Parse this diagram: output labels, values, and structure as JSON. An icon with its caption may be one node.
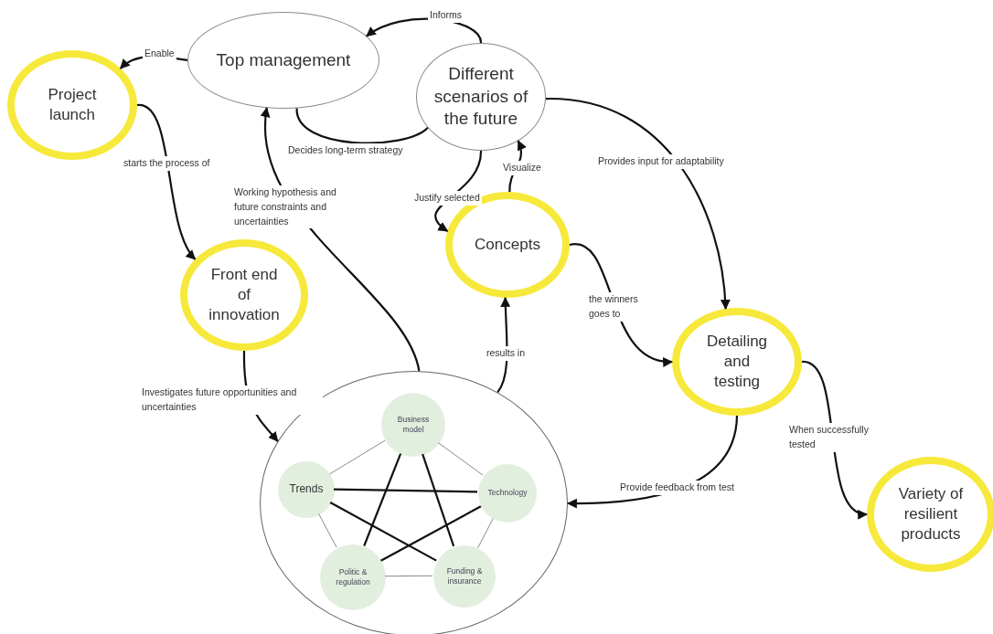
{
  "diagram": {
    "nodes": [
      {
        "text": [
          "Top management"
        ]
      },
      {
        "text": [
          "Different scenarios of the future"
        ]
      },
      {
        "text": [
          "Project launch"
        ]
      },
      {
        "text": [
          "Concepts"
        ]
      },
      {
        "text": [
          "Front end of innovation"
        ]
      },
      {
        "text": [
          "Detailing and testing"
        ]
      },
      {
        "text": [],
        "shape": "circle"
      },
      {
        "text": [
          "Business model"
        ],
        "in": 6
      },
      {
        "text": [
          "Trends"
        ],
        "in": 6
      },
      {
        "text": [
          "Technology"
        ],
        "in": 6
      },
      {
        "text": [
          "Politic & regulation"
        ],
        "in": 6
      },
      {
        "text": [
          "Funding & insurance"
        ],
        "in": 6
      },
      {
        "text": [
          "Variety of resilient products"
        ]
      }
    ],
    "edges": [
      {
        "from": 0,
        "to": 2,
        "arrow": "to",
        "label": "Enable"
      },
      {
        "from": 1,
        "to": 0,
        "arrow": "to",
        "label": "Informs"
      },
      {
        "from": 0,
        "to": 1,
        "arrow": "none",
        "label": "Decides long-term strategy"
      },
      {
        "from": 2,
        "to": 4,
        "arrow": "to",
        "label": "starts the process of"
      },
      {
        "from": 6,
        "to": 0,
        "arrow": "to",
        "label": "Working hypothesis and future constraints and uncertainties"
      },
      {
        "from": 1,
        "to": 3,
        "arrow": "to",
        "label": "Justify selected"
      },
      {
        "from": 3,
        "to": 1,
        "arrow": "to",
        "label": "Visualize"
      },
      {
        "from": 1,
        "to": 5,
        "arrow": "to",
        "label": "Provides input for adaptability"
      },
      {
        "from": 4,
        "to": 6,
        "arrow": "to",
        "label": "Investigates future opportunities and uncertainties"
      },
      {
        "from": 6,
        "to": 3,
        "arrow": "to",
        "label": "results in"
      },
      {
        "from": 3,
        "to": 5,
        "arrow": "to",
        "label": "the winners goes to"
      },
      {
        "from": 5,
        "to": 6,
        "arrow": "to",
        "label": "Provide feedback from test"
      },
      {
        "from": 5,
        "to": 12,
        "arrow": "to",
        "label": "When successfully tested"
      },
      {
        "from": 7,
        "to": 9,
        "arrow": "none",
        "color": "#8a8a8a"
      },
      {
        "from": 9,
        "to": 11,
        "arrow": "none",
        "color": "#8a8a8a"
      },
      {
        "from": 11,
        "to": 10,
        "arrow": "none",
        "color": "#8a8a8a"
      },
      {
        "from": 10,
        "to": 8,
        "arrow": "none",
        "color": "#8a8a8a"
      },
      {
        "from": 8,
        "to": 7,
        "arrow": "none",
        "color": "#8a8a8a"
      },
      {
        "from": 8,
        "to": 9,
        "arrow": "none"
      },
      {
        "from": 8,
        "to": 11,
        "arrow": "none"
      },
      {
        "from": 7,
        "to": 10,
        "arrow": "none"
      },
      {
        "from": 7,
        "to": 11,
        "arrow": "none"
      },
      {
        "from": 10,
        "to": 9,
        "arrow": "none"
      }
    ]
  }
}
